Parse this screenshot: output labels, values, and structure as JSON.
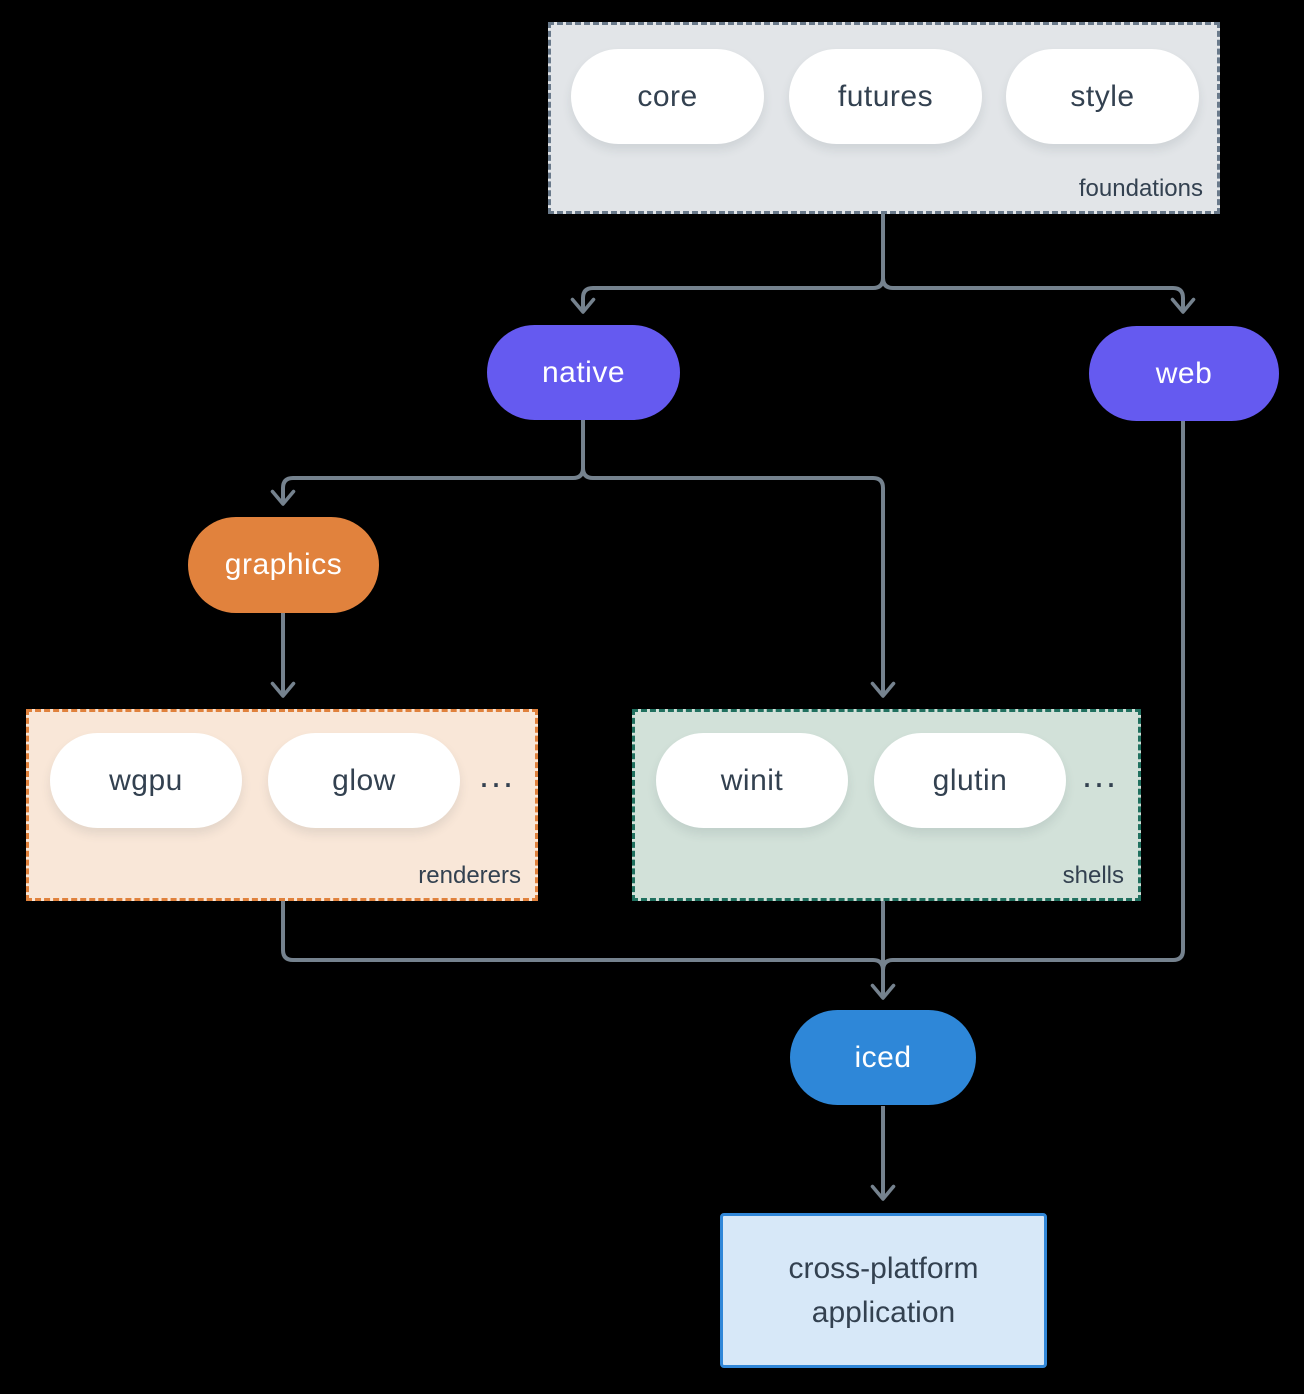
{
  "colors": {
    "background": "#000000",
    "connector": "#75828e",
    "text_dark": "#334150",
    "text_light": "#ffffff",
    "pill_fill": "#ffffff",
    "foundations_fill": "#e2e5e8",
    "foundations_border": "#69798a",
    "renderers_fill": "#f9e7d8",
    "renderers_border": "#e0813c",
    "shells_fill": "#d2e1d9",
    "shells_border": "#20705f",
    "node_purple": "#655af0",
    "node_orange": "#e1823d",
    "node_blue": "#2e87d8",
    "app_fill": "#d7e8f8",
    "app_border": "#3187d8"
  },
  "groups": {
    "foundations": {
      "label": "foundations",
      "pills": [
        {
          "label": "core"
        },
        {
          "label": "futures"
        },
        {
          "label": "style"
        }
      ]
    },
    "renderers": {
      "label": "renderers",
      "pills": [
        {
          "label": "wgpu"
        },
        {
          "label": "glow"
        }
      ],
      "ellipsis": "..."
    },
    "shells": {
      "label": "shells",
      "pills": [
        {
          "label": "winit"
        },
        {
          "label": "glutin"
        }
      ],
      "ellipsis": "..."
    }
  },
  "nodes": {
    "native": {
      "label": "native"
    },
    "web": {
      "label": "web"
    },
    "graphics": {
      "label": "graphics"
    },
    "iced": {
      "label": "iced"
    },
    "application": {
      "line1": "cross-platform",
      "line2": "application"
    }
  }
}
